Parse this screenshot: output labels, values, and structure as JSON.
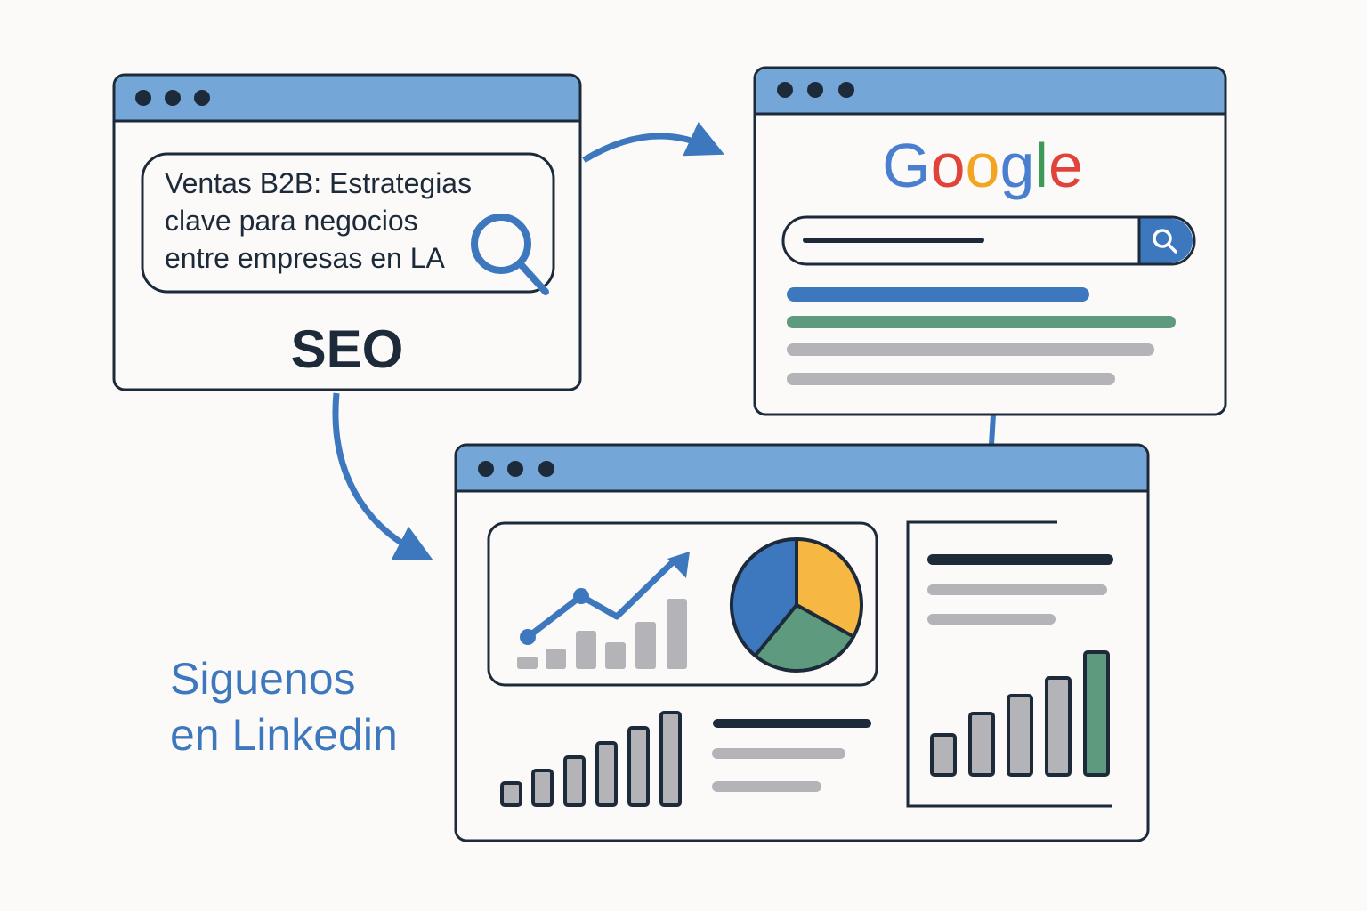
{
  "colors": {
    "background": "#fbfaf8",
    "outline": "#1d2a3a",
    "header": "#74a7d8",
    "accent_blue": "#3d78bf",
    "green": "#5e9a7e",
    "gray": "#b3b3b8",
    "yellow": "#f7b843"
  },
  "seo_window": {
    "search_text_lines": [
      "Ventas B2B: Estrategias",
      "clave para negocios",
      "entre empresas en LA"
    ],
    "search_icon": "magnifier-icon",
    "label": "SEO"
  },
  "google_window": {
    "logo_text": "Google",
    "logo_colors": [
      "#4a7fd0",
      "#e0433a",
      "#f3a521",
      "#4a7fd0",
      "#3e9a58",
      "#e0433a"
    ],
    "search_icon": "magnifier-icon"
  },
  "cta": {
    "line1": "Siguenos",
    "line2": "en Linkedin"
  },
  "dashboard": {
    "trend_bars": [
      14,
      23,
      43,
      30,
      53,
      79
    ],
    "trend_line": [
      36,
      82,
      59,
      124
    ],
    "pie_slices": [
      {
        "color": "#f7b843",
        "share": 33
      },
      {
        "color": "#5e9a7e",
        "share": 28
      },
      {
        "color": "#3d78bf",
        "share": 39
      }
    ],
    "outlined_bars": [
      25,
      39,
      54,
      70,
      87,
      104
    ],
    "side_bars": [
      45,
      69,
      89,
      109,
      138
    ]
  }
}
